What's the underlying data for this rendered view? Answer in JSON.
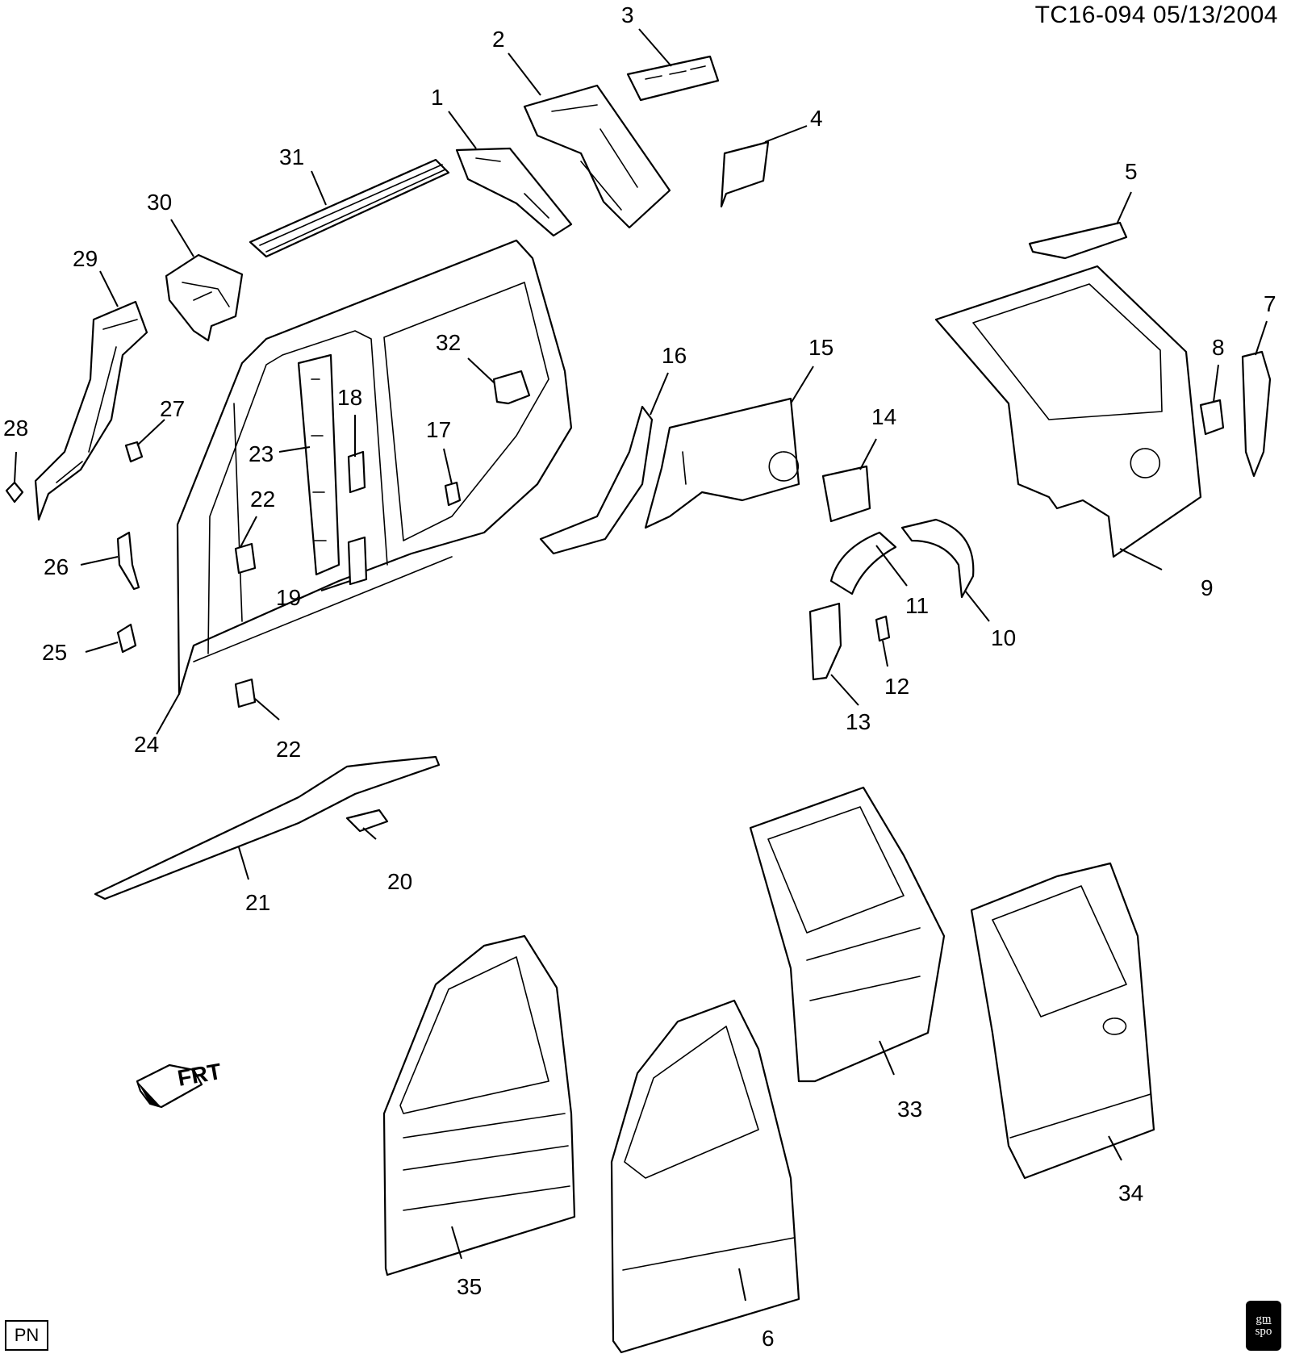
{
  "header": {
    "code": "TC16-094  05/13/2004"
  },
  "footer": {
    "pn_label": "PN",
    "logo_top": "gm",
    "logo_bottom": "spo"
  },
  "orientation": {
    "label": "FRT"
  },
  "callouts": {
    "c1": "1",
    "c2": "2",
    "c3": "3",
    "c4": "4",
    "c5": "5",
    "c6": "6",
    "c7": "7",
    "c8": "8",
    "c9": "9",
    "c10": "10",
    "c11": "11",
    "c12": "12",
    "c13": "13",
    "c14": "14",
    "c15": "15",
    "c16": "16",
    "c17": "17",
    "c18": "18",
    "c19": "19",
    "c20": "20",
    "c21": "21",
    "c22a": "22",
    "c22b": "22",
    "c23": "23",
    "c24": "24",
    "c25": "25",
    "c26": "26",
    "c27": "27",
    "c28": "28",
    "c29": "29",
    "c30": "30",
    "c31": "31",
    "c32": "32",
    "c33": "33",
    "c34": "34",
    "c35": "35"
  }
}
